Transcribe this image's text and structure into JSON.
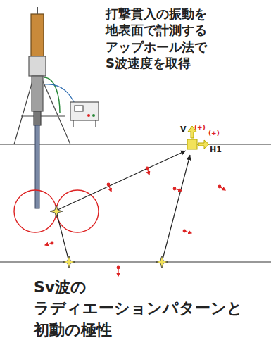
{
  "diagram": {
    "title": "打撃貫入の振動を 地表面で計測する アップホール法で S波速度を取得",
    "caption": "Sv波の ラディエーションパターンと 初動の極性",
    "labels": [
      "V",
      "(+)",
      "(+)",
      "H1"
    ]
  }
}
